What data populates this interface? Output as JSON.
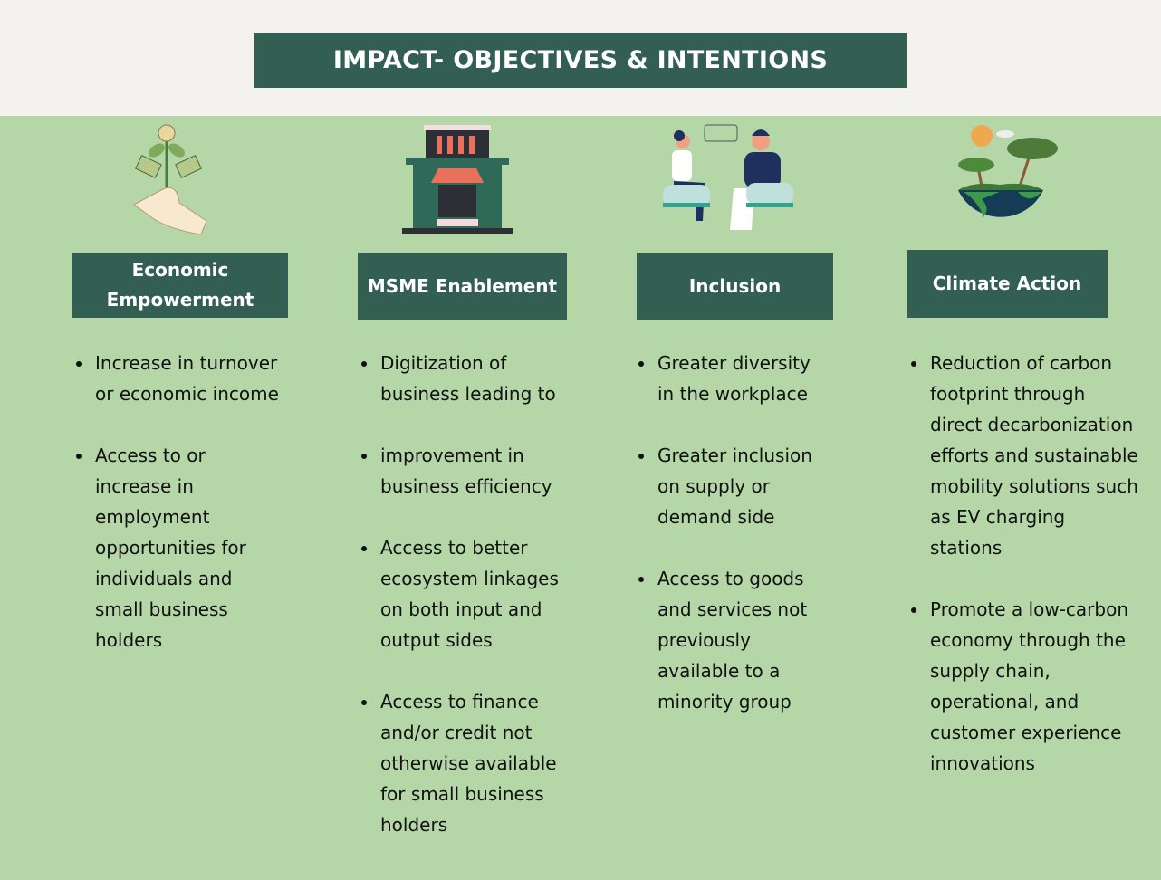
{
  "title": "IMPACT- OBJECTIVES & INTENTIONS",
  "columns": [
    {
      "heading": "Economic Empowerment",
      "icon": "money-plant-hand-icon",
      "bullets": [
        "Increase in turnover or economic income",
        "Access to or increase in employment opportunities for individuals and small business holders"
      ]
    },
    {
      "heading": "MSME Enablement",
      "icon": "storefront-icon",
      "bullets": [
        "Digitization of business leading to",
        "improvement in business efficiency",
        "Access to better ecosystem linkages on both input and output sides",
        "Access to finance and/or credit not otherwise available for small business holders"
      ]
    },
    {
      "heading": "Inclusion",
      "icon": "people-conversation-icon",
      "bullets": [
        "Greater diversity in the workplace",
        "Greater inclusion on supply or demand side",
        "Access to goods and services not previously available to a minority group"
      ]
    },
    {
      "heading": "Climate Action",
      "icon": "earth-trees-icon",
      "bullets": [
        "Reduction of carbon footprint through direct decarbonization efforts and sustainable mobility solutions such as EV charging stations",
        "Promote a low-carbon economy through the supply chain, operational, and customer experience innovations"
      ]
    }
  ],
  "colors": {
    "header": "#335f53",
    "background": "#b5d7a8",
    "top_band": "#f3f2ee"
  }
}
